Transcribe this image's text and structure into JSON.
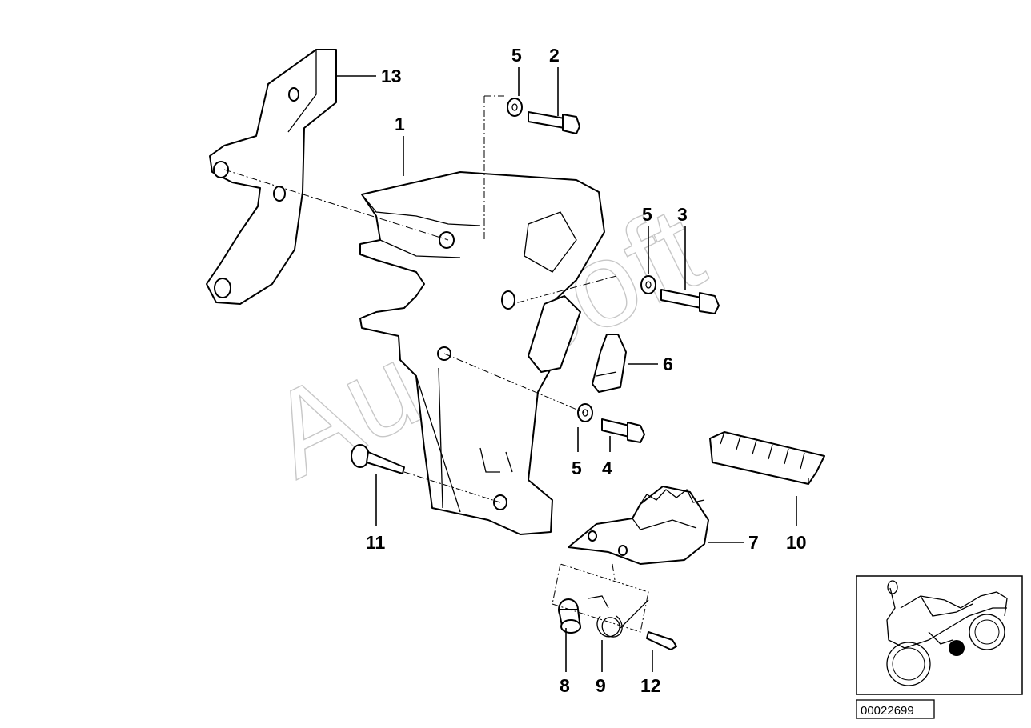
{
  "diagram": {
    "document_number": "00022699",
    "watermark": "AutoSoft",
    "callouts": [
      {
        "id": "c1",
        "label": "1"
      },
      {
        "id": "c2",
        "label": "2"
      },
      {
        "id": "c3",
        "label": "3"
      },
      {
        "id": "c4",
        "label": "4"
      },
      {
        "id": "c5a",
        "label": "5"
      },
      {
        "id": "c5b",
        "label": "5"
      },
      {
        "id": "c5c",
        "label": "5"
      },
      {
        "id": "c6",
        "label": "6"
      },
      {
        "id": "c7",
        "label": "7"
      },
      {
        "id": "c8",
        "label": "8"
      },
      {
        "id": "c9",
        "label": "9"
      },
      {
        "id": "c10",
        "label": "10"
      },
      {
        "id": "c11",
        "label": "11"
      },
      {
        "id": "c12",
        "label": "12"
      },
      {
        "id": "c13",
        "label": "13"
      }
    ]
  }
}
